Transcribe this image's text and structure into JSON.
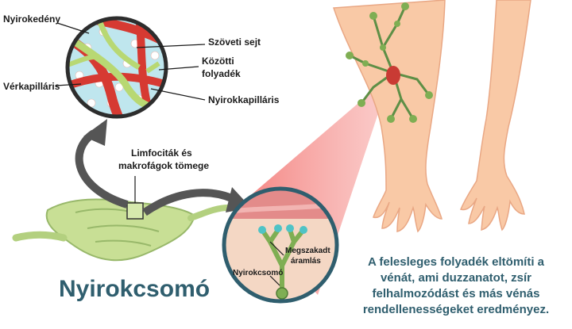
{
  "labels": {
    "lymph_vessel": "Nyirokedény",
    "tissue_cell": "Szöveti sejt",
    "interstitial_fluid_line1": "Közötti",
    "interstitial_fluid_line2": "folyadék",
    "blood_capillary": "Vérkapilláris",
    "lymph_capillary": "Nyirokkapilláris",
    "lymphocytes_line1": "Limfociták és",
    "lymphocytes_line2": "makrofágok tömege",
    "interrupted_flow_line1": "Megszakadt",
    "interrupted_flow_line2": "áramlás",
    "lymph_node_small": "Nyirokcsomó"
  },
  "title": "Nyirokcsomó",
  "caption": {
    "line1": "A felesleges folyadék eltömíti a",
    "line2": "vénát, ami duzzanatot, zsír",
    "line3": "felhalmozódást és más vénás",
    "line4": "rendellenességeket eredményez."
  },
  "colors": {
    "title_text": "#2f5e6e",
    "blood_vessel": "#d63a32",
    "lymph_vessel": "#b8d873",
    "tissue_bg": "#bfe6ee",
    "skin": "#f9c9a6",
    "lymph_node": "#c8df95",
    "highlight": "#f48a86",
    "arrow": "#555555"
  },
  "icons": {
    "tissue_circle": "tissue-magnifier-icon",
    "lymph_node": "lymph-node-illustration",
    "arms": "arms-illustration"
  }
}
